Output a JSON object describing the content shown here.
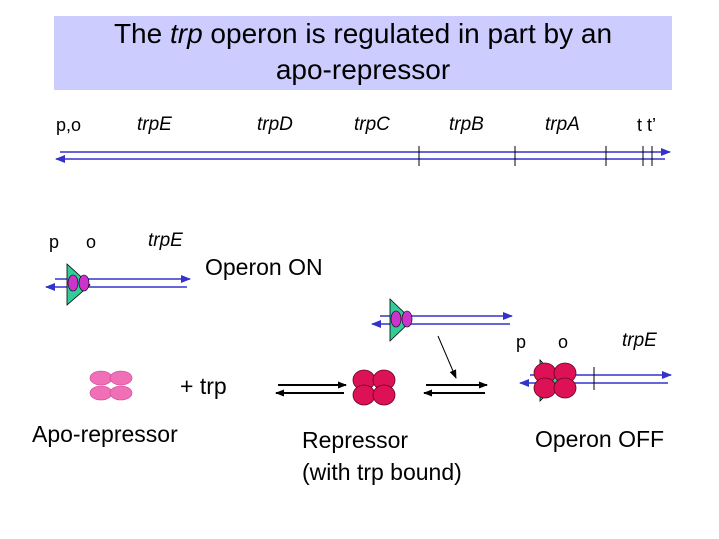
{
  "title": {
    "part1": "The ",
    "italic": "trp",
    "part2": " operon is regulated in part by an",
    "line2": "apo-repressor"
  },
  "operon_map": {
    "promoter_operator": "p,o",
    "genes": [
      "trpE",
      "trpD",
      "trpC",
      "trpB",
      "trpA"
    ],
    "terminators": "t   t’"
  },
  "on_state": {
    "p": "p",
    "o": "o",
    "gene": "trpE",
    "caption": "Operon ON"
  },
  "off_state": {
    "p": "p",
    "o": "o",
    "gene": "trpE",
    "caption": "Operon OFF"
  },
  "apo_repressor": {
    "caption": "Apo-repressor",
    "plus_trp": "+ trp"
  },
  "repressor": {
    "caption_line1": "Repressor",
    "caption_line2": "(with trp bound)"
  },
  "colors": {
    "title_bg": "#ccccff",
    "dna": "#3333cc",
    "promoter": "#33cc99",
    "operator": "#cc33cc",
    "repressor": "#dd1155",
    "apo_repressor": "#f070b8"
  }
}
